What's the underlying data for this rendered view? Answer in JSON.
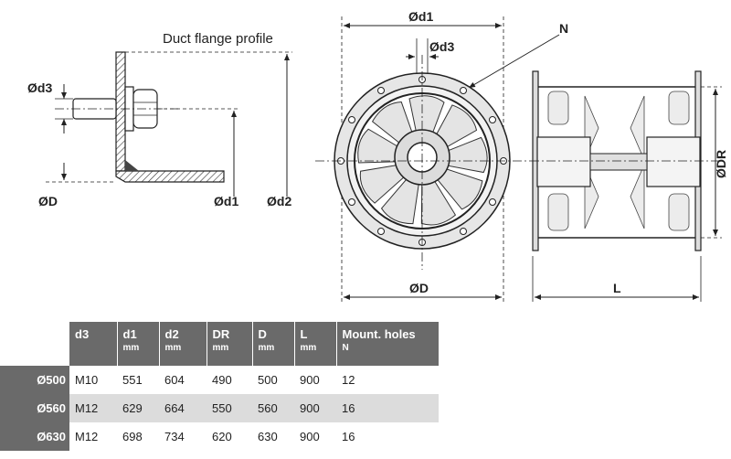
{
  "drawing": {
    "flange_title": "Duct flange profile",
    "labels": {
      "d3_left": "Ød3",
      "D_left": "ØD",
      "d1_left": "Ød1",
      "d2_left": "Ød2",
      "d1_top": "Ød1",
      "d3_top": "Ød3",
      "N": "N",
      "D_bottom": "ØD",
      "DR": "ØDR",
      "L": "L"
    }
  },
  "table": {
    "headers": [
      {
        "main": "d3",
        "unit": ""
      },
      {
        "main": "d1",
        "unit": "mm"
      },
      {
        "main": "d2",
        "unit": "mm"
      },
      {
        "main": "DR",
        "unit": "mm"
      },
      {
        "main": "D",
        "unit": "mm"
      },
      {
        "main": "L",
        "unit": "mm"
      },
      {
        "main": "Mount. holes",
        "unit": "N"
      }
    ],
    "rows": [
      {
        "label": "Ø500",
        "cells": [
          "M10",
          "551",
          "604",
          "490",
          "500",
          "900",
          "12"
        ]
      },
      {
        "label": "Ø560",
        "cells": [
          "M12",
          "629",
          "664",
          "550",
          "560",
          "900",
          "16"
        ]
      },
      {
        "label": "Ø630",
        "cells": [
          "M12",
          "698",
          "734",
          "620",
          "630",
          "900",
          "16"
        ]
      }
    ]
  }
}
